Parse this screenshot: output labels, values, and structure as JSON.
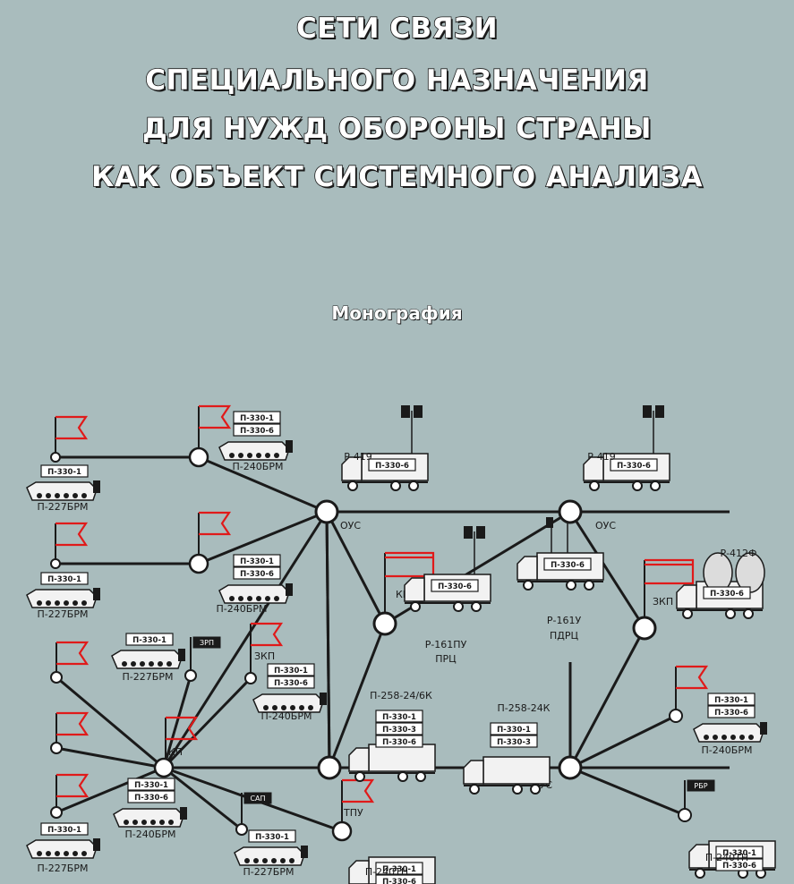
{
  "title_lines": [
    "СЕТИ СВЯЗИ",
    "СПЕЦИАЛЬНОГО НАЗНАЧЕНИЯ",
    "ДЛЯ НУЖД ОБОРОНЫ СТРАНЫ",
    "КАК ОБЪЕКТ СИСТЕМНОГО АНАЛИЗА"
  ],
  "subtitle": "Монография",
  "diagram": {
    "node_labels": {
      "ous_top_left": "ОУС",
      "ous_top_right": "ОУС",
      "ous_bottom": "ОУС",
      "kp_center": "КП",
      "kp_left": "КП",
      "zkp_left": "ЗКП",
      "zkp_right": "ЗКП",
      "tpu": "ТПУ"
    },
    "flag_labels": {
      "zrp": "ЗРП",
      "sap": "САП",
      "rbr": "РБР"
    },
    "vehicles": [
      {
        "name": "П-227БРМ",
        "modules": [
          "П-330-1"
        ]
      },
      {
        "name": "П-240БРМ",
        "modules": [
          "П-330-1",
          "П-330-6"
        ]
      },
      {
        "name": "П-227БРМ",
        "modules": [
          "П-330-1"
        ]
      },
      {
        "name": "П-240БРМ",
        "modules": [
          "П-330-1",
          "П-330-6"
        ]
      },
      {
        "name": "Р-419",
        "modules": [
          "П-330-6"
        ]
      },
      {
        "name": "Р-419",
        "modules": [
          "П-330-6"
        ]
      },
      {
        "name": "П-227БРМ",
        "modules": [
          "П-330-1"
        ]
      },
      {
        "name": "П-240БРМ",
        "modules": [
          "П-330-1",
          "П-330-6"
        ]
      },
      {
        "name": "Р-161ПУ",
        "name2": "ПРЦ",
        "modules": [
          "П-330-6"
        ]
      },
      {
        "name": "Р-161У",
        "name2": "ПДРЦ",
        "modules": [
          "П-330-6"
        ]
      },
      {
        "name": "Р-412Ф",
        "modules": [
          "П-330-6"
        ]
      },
      {
        "name": "П-258-24/6К",
        "modules": [
          "П-330-1",
          "П-330-3",
          "П-330-6"
        ]
      },
      {
        "name": "П-258-24К",
        "modules": [
          "П-330-1",
          "П-330-3"
        ]
      },
      {
        "name": "П-240БРМ",
        "modules": [
          "П-330-1",
          "П-330-6"
        ]
      },
      {
        "name": "П-240БРМ",
        "modules": [
          "П-330-1",
          "П-330-6"
        ]
      },
      {
        "name": "П-227БРМ",
        "modules": [
          "П-330-1"
        ]
      },
      {
        "name": "П-227БРМ",
        "modules": [
          "П-330-1"
        ]
      },
      {
        "name": "П-240ТН",
        "modules": [
          "П-330-1",
          "П-330-6"
        ]
      },
      {
        "name": "П-240ТН",
        "modules": [
          "П-330-1",
          "П-330-6"
        ]
      }
    ]
  }
}
